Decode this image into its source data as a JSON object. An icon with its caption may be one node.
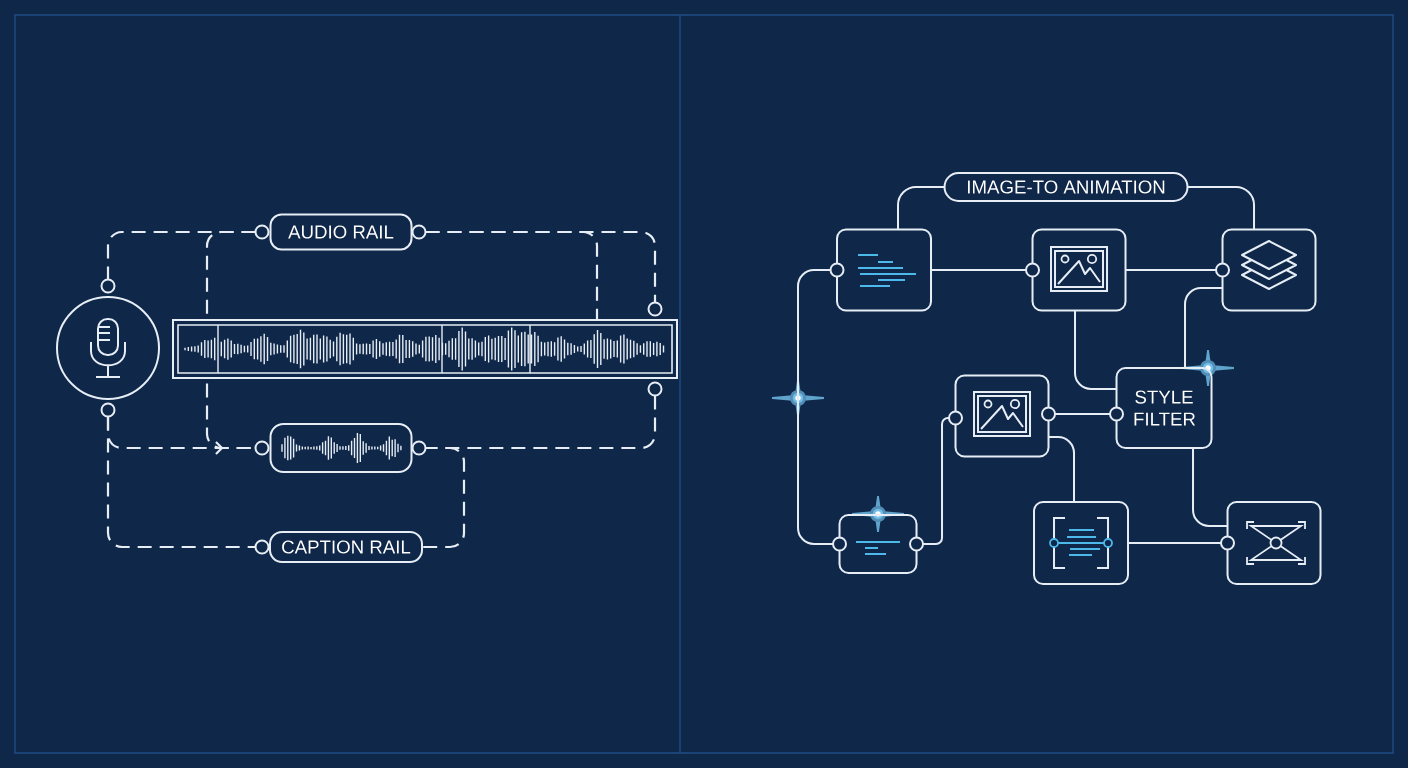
{
  "diagram": {
    "nodes": [
      {
        "text": [],
        "shape": "circle"
      },
      {
        "text": [
          "AUDIO RAIL"
        ]
      },
      {
        "text": [],
        "shape": "bar"
      },
      {
        "text": [],
        "shape": "box"
      },
      {
        "text": [
          "CAPTION RAIL"
        ]
      },
      {
        "text": [
          "IMAGE-TO ANIMATION"
        ]
      },
      {
        "text": [],
        "shape": "box"
      },
      {
        "text": [],
        "shape": "box"
      },
      {
        "text": [],
        "shape": "box"
      },
      {
        "text": [
          "STYLE FILTER"
        ]
      },
      {
        "text": [],
        "shape": "box"
      },
      {
        "text": [],
        "shape": "box"
      },
      {
        "text": [],
        "shape": "box"
      },
      {
        "text": [],
        "shape": "box"
      }
    ],
    "edges": [
      {
        "from": 0,
        "to": 1,
        "arrow": "none",
        "style": "dashed"
      },
      {
        "from": 1,
        "to": 2,
        "arrow": "none",
        "style": "dashed"
      },
      {
        "from": 1,
        "to": 2,
        "arrow": "none",
        "style": "dashed"
      },
      {
        "from": 1,
        "to": 2,
        "arrow": "none",
        "style": "dashed"
      },
      {
        "from": 0,
        "to": 3,
        "arrow": "none",
        "style": "dashed"
      },
      {
        "from": 2,
        "to": 3,
        "arrow": "to",
        "style": "dashed"
      },
      {
        "from": 2,
        "to": 3,
        "arrow": "none",
        "style": "dashed"
      },
      {
        "from": 3,
        "to": 4,
        "arrow": "none",
        "style": "dashed"
      },
      {
        "from": 0,
        "to": 4,
        "arrow": "none",
        "style": "dashed"
      },
      {
        "from": 5,
        "to": 6,
        "arrow": "none"
      },
      {
        "from": 5,
        "to": 8,
        "arrow": "none"
      },
      {
        "from": 6,
        "to": 7,
        "arrow": "none"
      },
      {
        "from": 7,
        "to": 8,
        "arrow": "none"
      },
      {
        "from": 6,
        "to": 11,
        "arrow": "none"
      },
      {
        "from": 7,
        "to": 9,
        "arrow": "none"
      },
      {
        "from": 8,
        "to": 9,
        "arrow": "none"
      },
      {
        "from": 10,
        "to": 9,
        "arrow": "none"
      },
      {
        "from": 10,
        "to": 12,
        "arrow": "none"
      },
      {
        "from": 11,
        "to": 10,
        "arrow": "none"
      },
      {
        "from": 9,
        "to": 13,
        "arrow": "none"
      },
      {
        "from": 12,
        "to": 13,
        "arrow": "none"
      }
    ]
  }
}
